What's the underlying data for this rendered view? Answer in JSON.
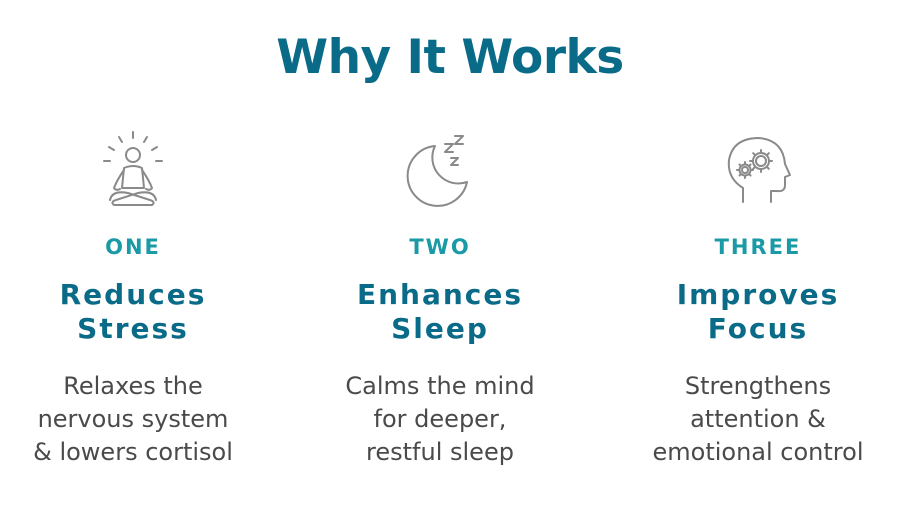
{
  "title": "Why It Works",
  "colors": {
    "title": "#0a6b88",
    "number": "#1a9aa6",
    "heading": "#0a6b88",
    "body_text": "#4a4a4a",
    "icon_stroke": "#8a8a8a"
  },
  "columns": [
    {
      "icon": "meditation-icon",
      "number": "ONE",
      "heading_lines": [
        "Reduces",
        "Stress"
      ],
      "description_lines": [
        "Relaxes the",
        "nervous system",
        "& lowers cortisol"
      ]
    },
    {
      "icon": "moon-sleep-icon",
      "number": "TWO",
      "heading_lines": [
        "Enhances",
        "Sleep"
      ],
      "description_lines": [
        "Calms the mind",
        "for deeper,",
        "restful sleep"
      ]
    },
    {
      "icon": "head-gears-icon",
      "number": "THREE",
      "heading_lines": [
        "Improves",
        "Focus"
      ],
      "description_lines": [
        "Strengthens",
        "attention &",
        "emotional control"
      ]
    }
  ]
}
